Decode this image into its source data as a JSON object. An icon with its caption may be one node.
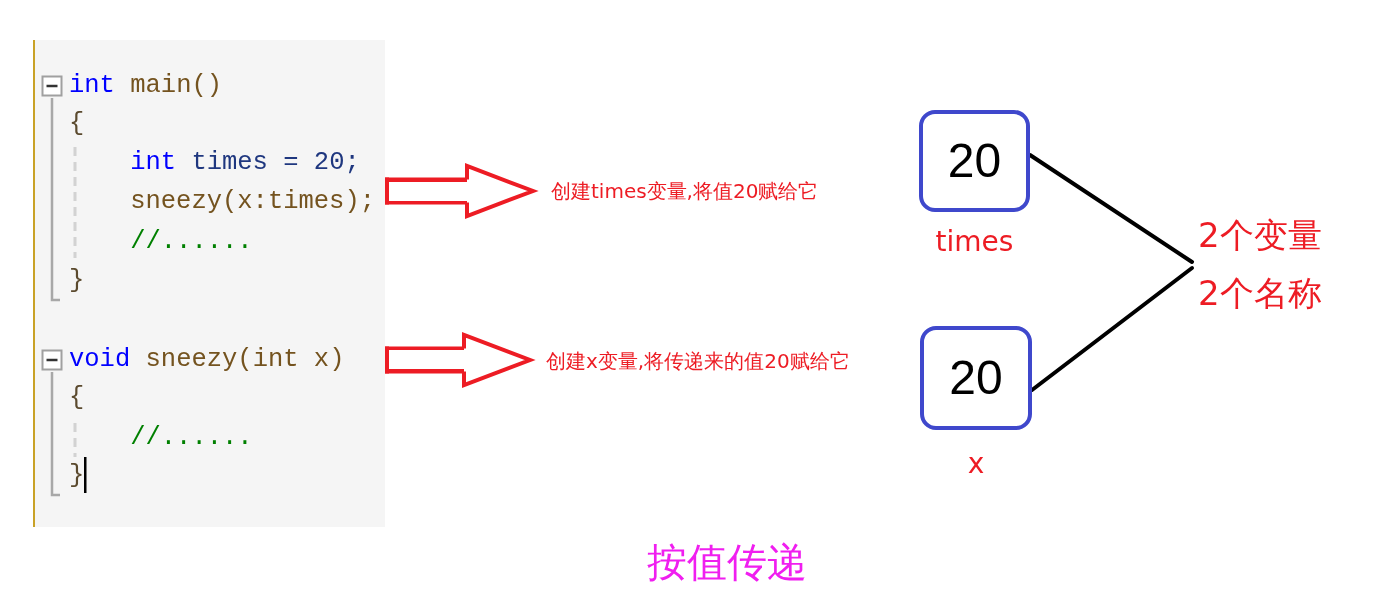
{
  "diagram": {
    "caption": "按值传递",
    "nodes": [
      {
        "text": [
          "int main()",
          "{",
          "int times = 20;",
          "sneezy(x:times);",
          "//......",
          "}",
          "void sneezy(int x)",
          "{",
          "//......",
          "}"
        ]
      },
      {
        "text": [
          "创建times变量,将值20赋给它"
        ]
      },
      {
        "text": [
          "创建x变量,将传递来的值20赋给它"
        ]
      },
      {
        "text": [
          "20"
        ],
        "beside": [
          "times"
        ]
      },
      {
        "text": [
          "20"
        ],
        "beside": [
          "x"
        ]
      },
      {
        "text": [
          "2个变量",
          "2个名称"
        ]
      }
    ],
    "edges": [
      {
        "from": 0,
        "to": 1,
        "arrow": "to",
        "style": "thick",
        "color": "#ed1c24"
      },
      {
        "from": 0,
        "to": 2,
        "arrow": "to",
        "style": "thick",
        "color": "#ed1c24"
      },
      {
        "from": 3,
        "to": 5,
        "arrow": "none",
        "color": "#000000"
      },
      {
        "from": 4,
        "to": 5,
        "arrow": "none",
        "color": "#000000"
      }
    ]
  }
}
